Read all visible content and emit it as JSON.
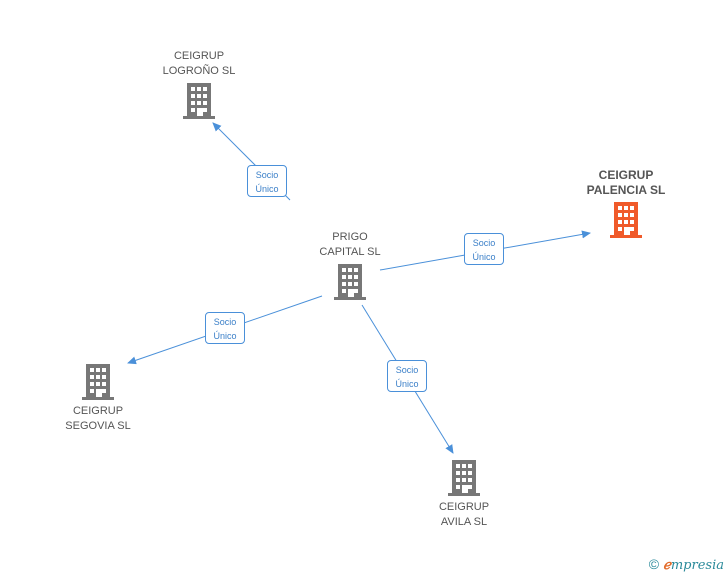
{
  "colors": {
    "node": "#777777",
    "highlight": "#f05a2a",
    "edge": "#4a90d9"
  },
  "nodes": {
    "logrono": {
      "line1": "CEIGRUP",
      "line2": "LOGROÑO SL"
    },
    "palencia": {
      "line1": "CEIGRUP",
      "line2": "PALENCIA SL"
    },
    "prigo": {
      "line1": "PRIGO",
      "line2": "CAPITAL SL"
    },
    "segovia": {
      "line1": "CEIGRUP",
      "line2": "SEGOVIA SL"
    },
    "avila": {
      "line1": "CEIGRUP",
      "line2": "AVILA SL"
    }
  },
  "edges": {
    "logrono": {
      "line1": "Socio",
      "line2": "Único"
    },
    "palencia": {
      "line1": "Socio",
      "line2": "Único"
    },
    "segovia": {
      "line1": "Socio",
      "line2": "Único"
    },
    "avila": {
      "line1": "Socio",
      "line2": "Único"
    }
  },
  "footer": {
    "copyright": "©",
    "brand_initial": "ℯ",
    "brand_rest": "mpresia"
  }
}
